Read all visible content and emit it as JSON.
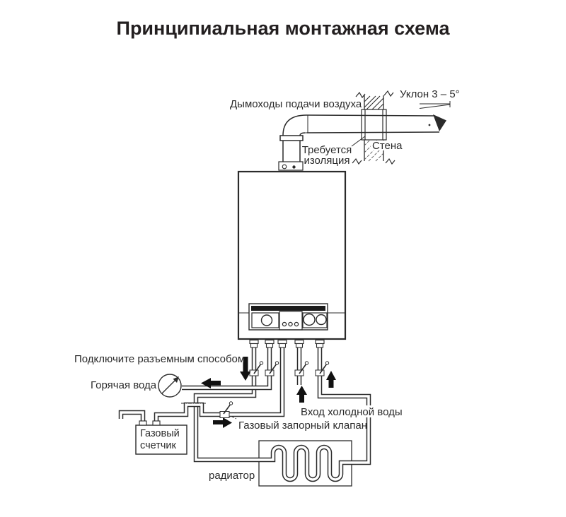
{
  "title": "Принципиальная монтажная схема",
  "labels": {
    "flue": "Дымоходы подачи воздуха",
    "slope": "Уклон 3 – 5°",
    "insulation_line1": "Требуется",
    "insulation_line2": "изоляция",
    "wall": "Стена",
    "connect": "Подключите разъемным способом",
    "hot_water": "Горячая вода",
    "cold_water": "Вход холодной воды",
    "gas_valve": "Газовый запорный клапан",
    "gas_meter_line1": "Газовый",
    "gas_meter_line2": "счетчик",
    "radiator": "радиатор"
  },
  "colors": {
    "line": "#2b2b2b",
    "background": "#ffffff"
  }
}
